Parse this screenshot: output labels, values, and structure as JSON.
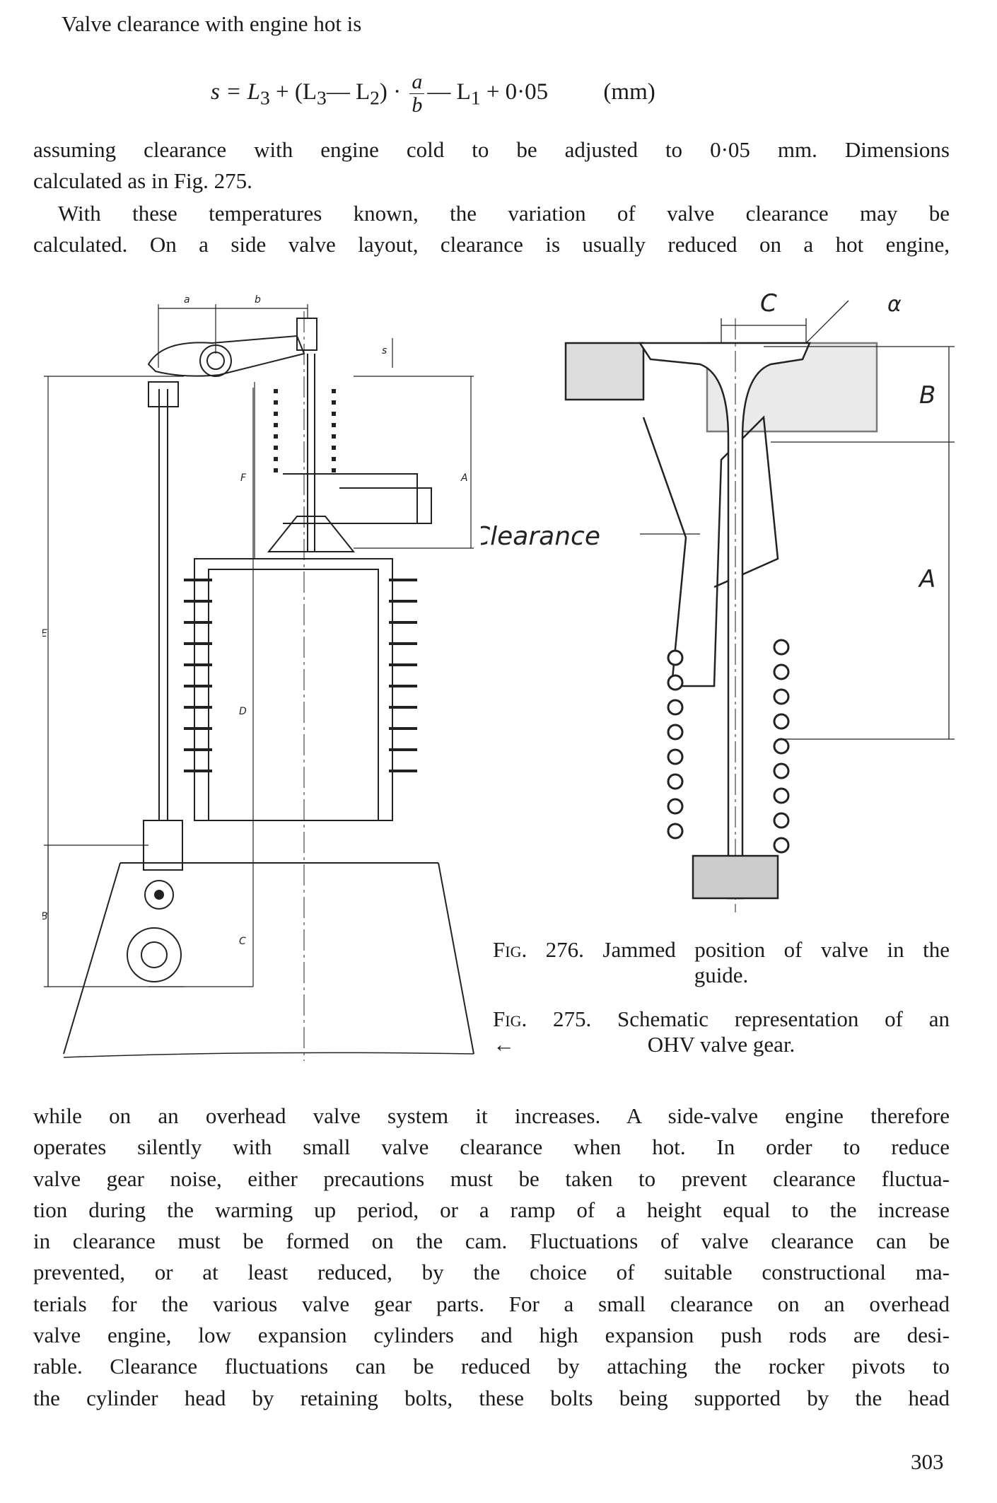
{
  "intro_line": "Valve clearance with engine hot is",
  "formula": {
    "lhs": "s = L",
    "sub3a": "3",
    "plus1": " + (L",
    "sub3b": "3",
    "minus1": "— L",
    "sub2": "2",
    "dot": ") · ",
    "num": "a",
    "den": "b",
    "minus2": "— L",
    "sub1": "1",
    "plus2": " + 0·05",
    "unit": "(mm)"
  },
  "para1": [
    "assuming clearance with engine cold to be adjusted to 0·05 mm. Dimensions",
    "calculated as in Fig. 275."
  ],
  "para2": [
    "With these temperatures known, the variation of valve clearance may be",
    "calculated. On a side valve layout, clearance is usually reduced on a hot engine,"
  ],
  "figure275": {
    "labels": {
      "a": "a",
      "b": "b",
      "s": "s",
      "A": "A",
      "F": "F",
      "E": "E",
      "D": "D",
      "B": "B",
      "C": "C"
    }
  },
  "figure276": {
    "labels": {
      "C": "C",
      "alpha": "α",
      "B": "B",
      "A": "A",
      "clearance": "Clearance"
    }
  },
  "captions": {
    "fig276_prefix": "Fig. 276.",
    "fig276_text1": "Jammed position of valve in the",
    "fig276_text2": "guide.",
    "fig275_prefix": "Fig. 275.",
    "fig275_text1": "Schematic representation of an",
    "fig275_arrow": "←",
    "fig275_text2": "OHV valve gear."
  },
  "para3": [
    "while on an overhead valve system it increases. A side-valve engine therefore",
    "operates silently with small valve clearance when hot. In order to reduce",
    "valve gear noise, either precautions must be taken to prevent clearance fluctua-",
    "tion during the warming up period, or a ramp of a height equal to the increase",
    "in clearance must be formed on the cam. Fluctuations of valve clearance can be",
    "prevented, or at least reduced, by the choice of suitable constructional ma-",
    "terials for the various valve gear parts. For a small clearance on an overhead",
    "valve engine, low expansion cylinders and high expansion push rods are desi-",
    "rable. Clearance fluctuations can be reduced by attaching the rocker pivots to",
    "the cylinder head by retaining bolts, these bolts being supported by the head"
  ],
  "page_number": "303"
}
